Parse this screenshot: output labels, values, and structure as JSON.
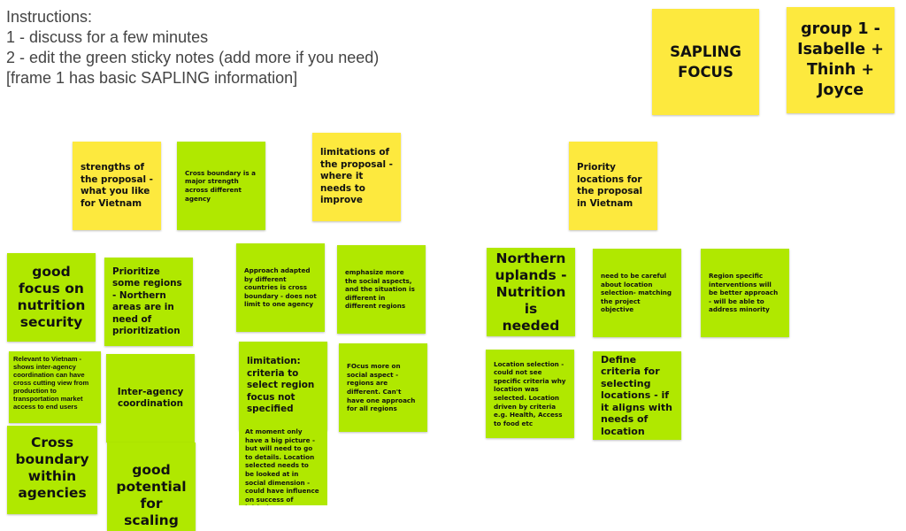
{
  "instructions": [
    "Instructions:",
    "1 - discuss for a few minutes",
    "2 - edit the green sticky notes (add more if you need)",
    "[frame 1 has basic SAPLING information]"
  ],
  "notes": {
    "sapling_focus": "SAPLING FOCUS",
    "group": "group 1 - Isabelle + Thinh + Joyce",
    "strengths": "strengths of the proposal - what you like for Vietnam",
    "cross_boundary_strength": "Cross boundary is a major strength across different agency",
    "limitations": "limitations of the proposal - where it needs to improve",
    "priority_locations": "Priority locations for the proposal in Vietnam",
    "good_focus": "good focus on nutrition security",
    "prioritize": "Prioritize some regions - Northern areas are in need of prioritization",
    "approach_adapted": "Approach adapted by different countries is cross boundary - does not limit to one agency",
    "emphasize": "emphasize more the social aspects, and the situation is different in different regions",
    "northern_uplands": "Northern uplands - Nutrition is needed",
    "careful": "need to be careful about location selection- matching the project objective",
    "region_specific": "Region specific interventions will be better approach - will be able to address minority",
    "relevant": "Relevant to Vietnam - shows inter-agency coordination can have cross cutting view from production to transportation market access to end users",
    "inter_agency": "Inter-agency coordination",
    "limitation_criteria": "limitation: criteria to select region focus not specified",
    "focus_social": "FOcus more on social aspect - regions are different.  Can't have one approach for all regions",
    "location_selection": "Location selection - could not see specific criteria why location was selected.  Location driven by criteria e.g. Health, Access to food etc",
    "define_criteria": "Define criteria for selecting locations - if it aligns with needs of location",
    "cross_boundary_within": "Cross boundary within agencies",
    "good_potential": "good potential for scaling",
    "at_moment": "At moment only have a big picture - but will need to go to details. Location selected needs to be looked at in social dimension - could have influence on success of initiative"
  },
  "colors": {
    "yellow": "#fde93e",
    "green": "#b0e800"
  }
}
